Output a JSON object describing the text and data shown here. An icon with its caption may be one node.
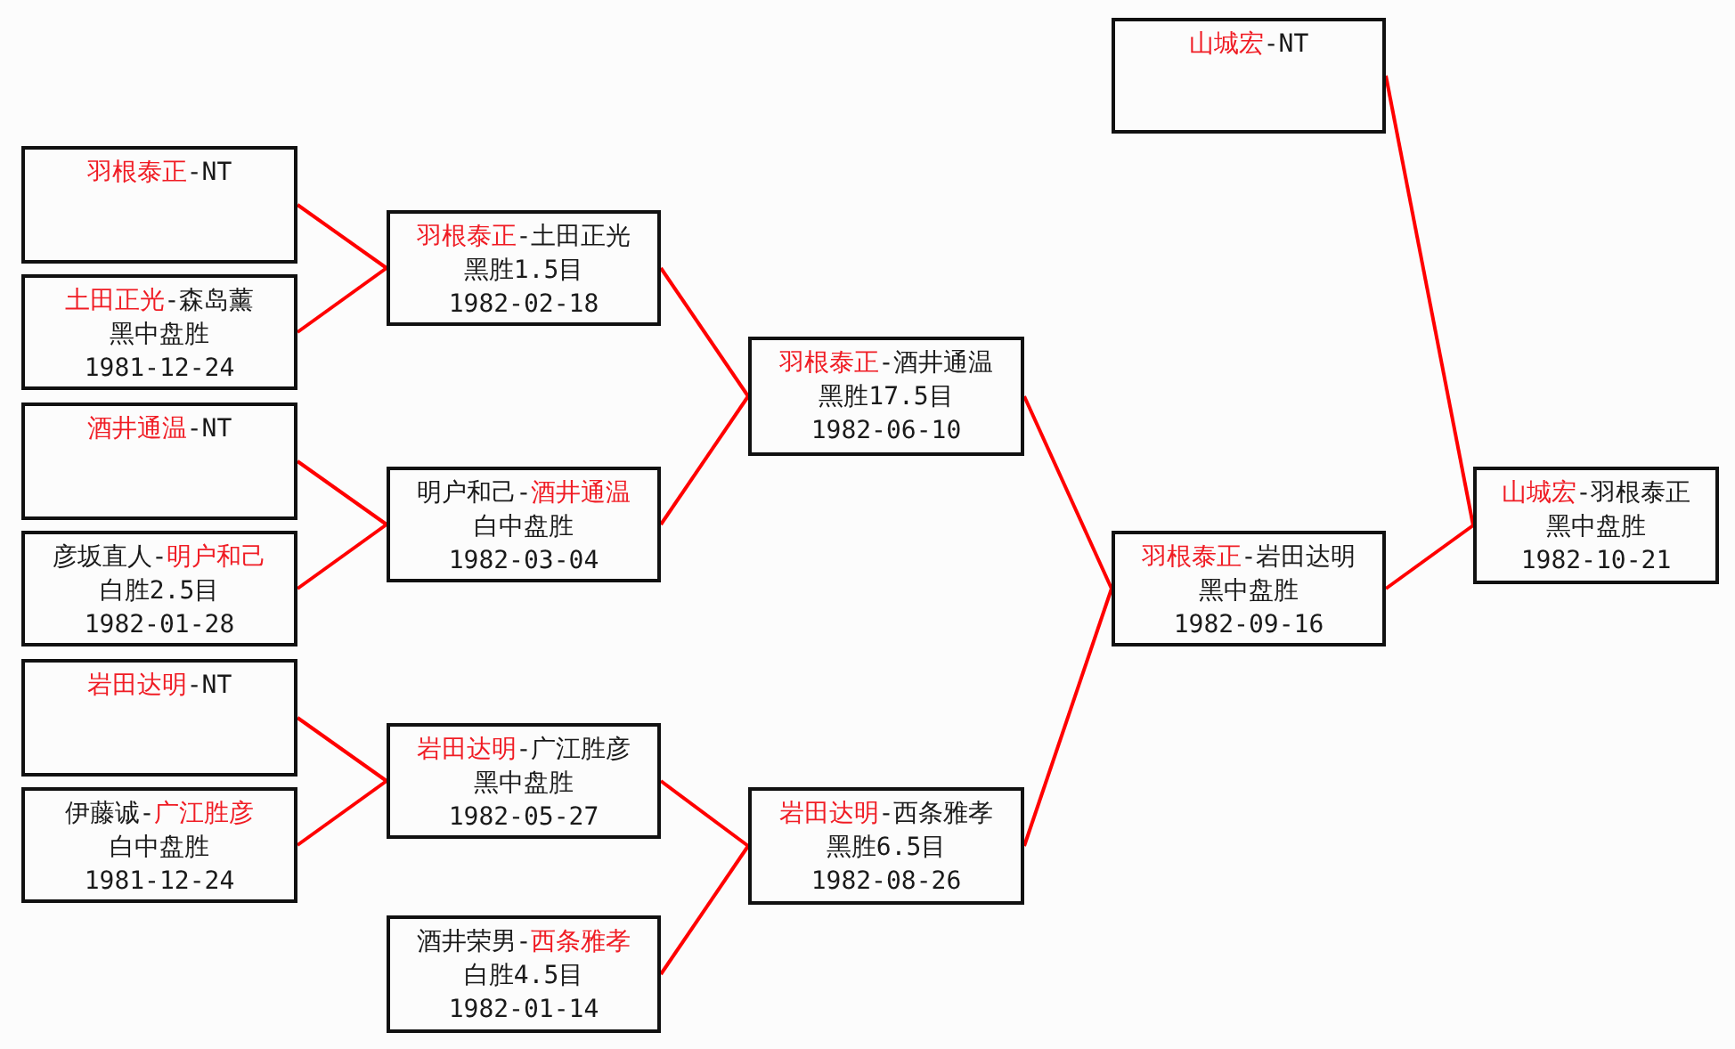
{
  "diagram": {
    "nodes": [
      {
        "text": [
          "羽根泰正",
          "-NT"
        ]
      },
      {
        "text": [
          "土田正光",
          "-森岛薰",
          "黑中盘胜",
          "1981-12-24"
        ]
      },
      {
        "text": [
          "酒井通温",
          "-NT"
        ]
      },
      {
        "text": [
          "彦坂直人-",
          "明户和己",
          "白胜2.5目",
          "1982-01-28"
        ]
      },
      {
        "text": [
          "岩田达明",
          "-NT"
        ]
      },
      {
        "text": [
          "伊藤诚-",
          "广江胜彦",
          "白中盘胜",
          "1981-12-24"
        ]
      },
      {
        "text": [
          "羽根泰正",
          "-土田正光",
          "黑胜1.5目",
          "1982-02-18"
        ]
      },
      {
        "text": [
          "明户和己-",
          "酒井通温",
          "白中盘胜",
          "1982-03-04"
        ]
      },
      {
        "text": [
          "岩田达明",
          "-广江胜彦",
          "黑中盘胜",
          "1982-05-27"
        ]
      },
      {
        "text": [
          "酒井荣男-",
          "西条雅孝",
          "白胜4.5目",
          "1982-01-14"
        ]
      },
      {
        "text": [
          "羽根泰正",
          "-酒井通温",
          "黑胜17.5目",
          "1982-06-10"
        ]
      },
      {
        "text": [
          "岩田达明",
          "-西条雅孝",
          "黑胜6.5目",
          "1982-08-26"
        ]
      },
      {
        "text": [
          "山城宏",
          "-NT"
        ]
      },
      {
        "text": [
          "羽根泰正",
          "-岩田达明",
          "黑中盘胜",
          "1982-09-16"
        ]
      },
      {
        "text": [
          "山城宏",
          "-羽根泰正",
          "黑中盘胜",
          "1982-10-21"
        ]
      }
    ],
    "edges": [
      {
        "from": 0,
        "to": 6,
        "arrow": "none"
      },
      {
        "from": 1,
        "to": 6,
        "arrow": "none"
      },
      {
        "from": 2,
        "to": 7,
        "arrow": "none"
      },
      {
        "from": 3,
        "to": 7,
        "arrow": "none"
      },
      {
        "from": 4,
        "to": 8,
        "arrow": "none"
      },
      {
        "from": 5,
        "to": 8,
        "arrow": "none"
      },
      {
        "from": 6,
        "to": 10,
        "arrow": "none"
      },
      {
        "from": 7,
        "to": 10,
        "arrow": "none"
      },
      {
        "from": 8,
        "to": 11,
        "arrow": "none"
      },
      {
        "from": 9,
        "to": 11,
        "arrow": "none"
      },
      {
        "from": 10,
        "to": 13,
        "arrow": "none"
      },
      {
        "from": 11,
        "to": 13,
        "arrow": "none"
      },
      {
        "from": 12,
        "to": 14,
        "arrow": "none"
      },
      {
        "from": 13,
        "to": 14,
        "arrow": "none"
      }
    ]
  }
}
